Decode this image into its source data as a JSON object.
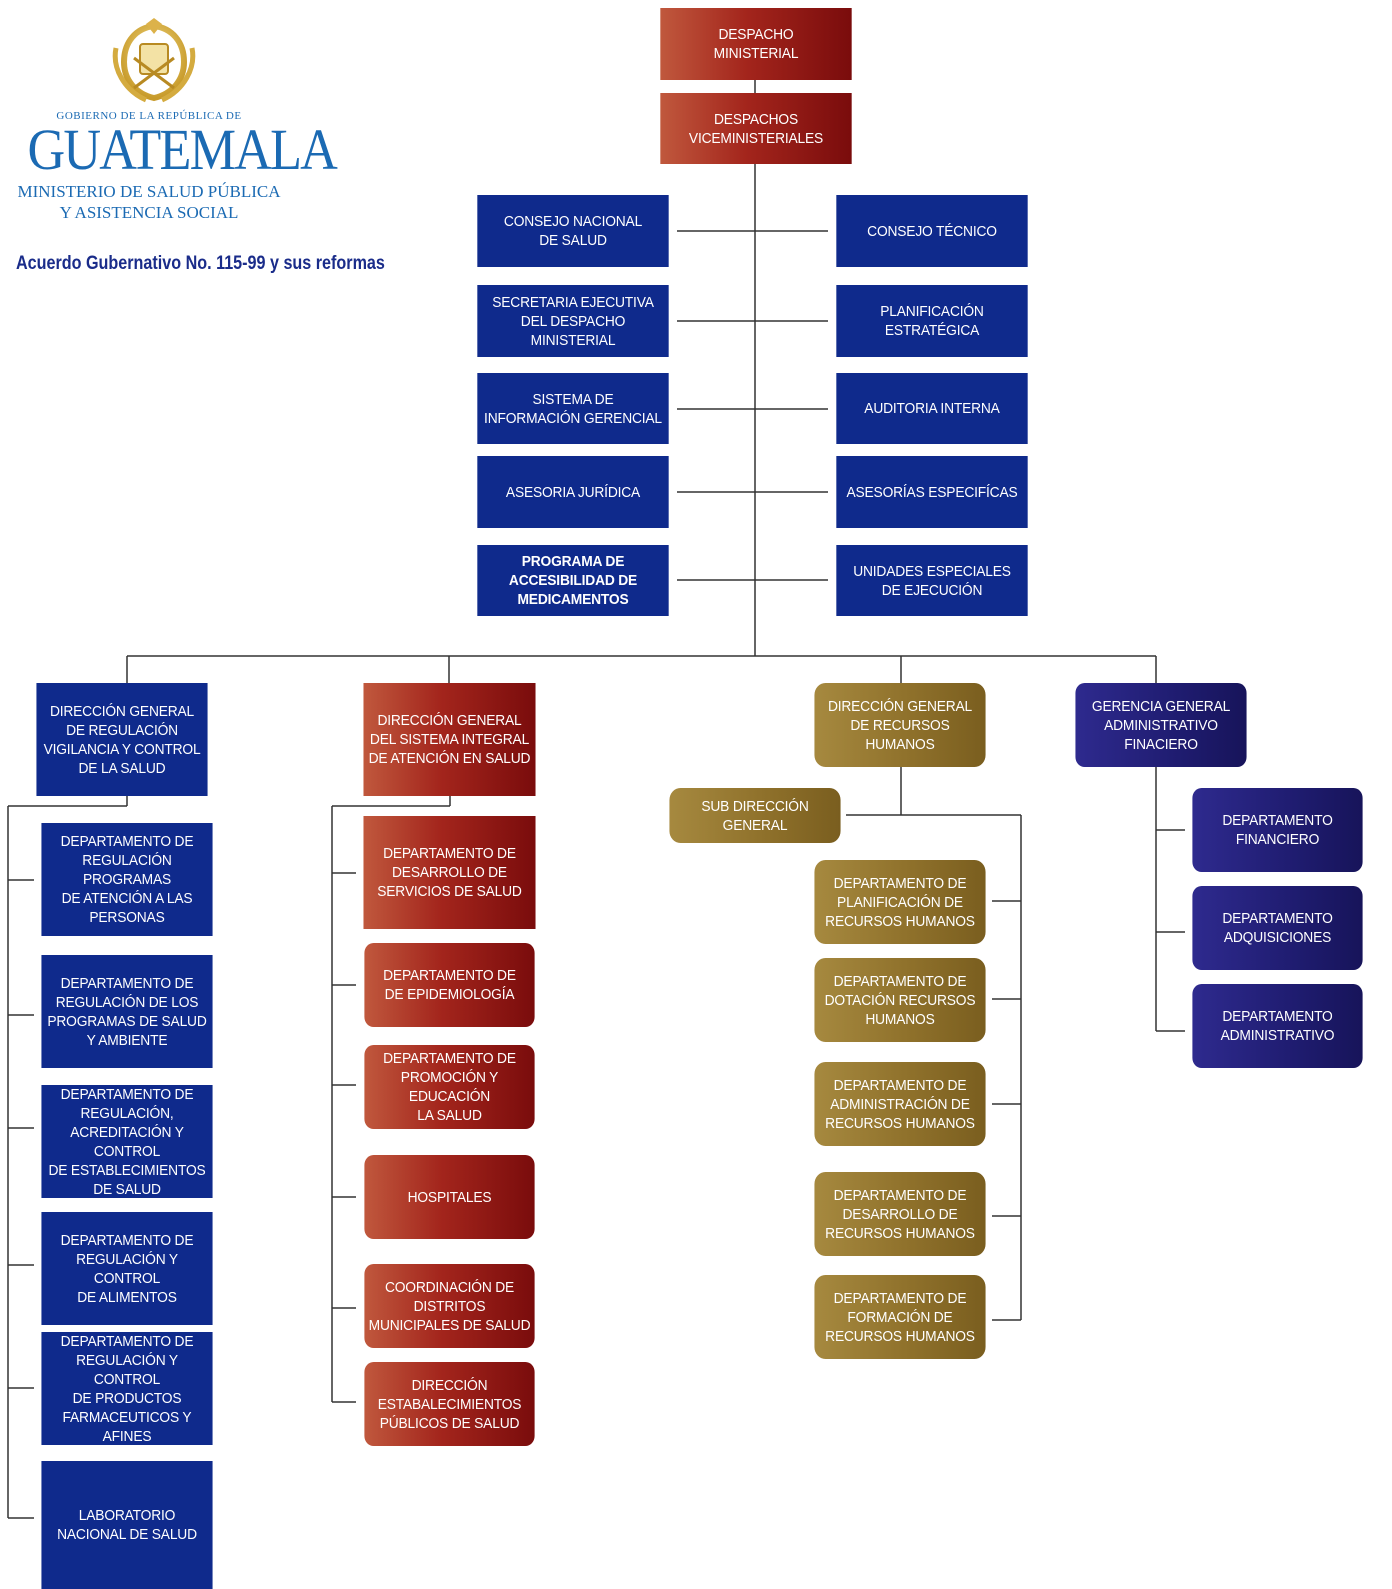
{
  "header": {
    "gov_line": "GOBIERNO DE LA REPÚBLICA DE",
    "country": "GUATEMALA",
    "ministry_line1": "MINISTERIO DE SALUD PÚBLICA",
    "ministry_line2": "Y ASISTENCIA SOCIAL",
    "acuerdo": "Acuerdo Gubernativo No. 115-99 y sus reformas",
    "seal_icon": "coat-of-arms-icon"
  },
  "colors": {
    "blue": "#0f2a8c",
    "red": "#a3251c",
    "gold": "#8f712b",
    "navy": "#1f1c70",
    "connector": "#333333",
    "logo_blue": "#1b6ab3"
  },
  "top": {
    "despacho": "DESPACHO\nMINISTERIAL",
    "vice": "DESPACHOS\nVICEMINISTERIALES"
  },
  "staff_left": [
    "CONSEJO NACIONAL\nDE SALUD",
    "SECRETARIA EJECUTIVA\nDEL DESPACHO MINISTERIAL",
    "SISTEMA DE\nINFORMACIÓN GERENCIAL",
    "ASESORIA JURÍDICA",
    "PROGRAMA DE\nACCESIBILIDAD DE\nMEDICAMENTOS"
  ],
  "staff_right": [
    "CONSEJO  TÉCNICO",
    "PLANIFICACIÓN\nESTRATÉGICA",
    "AUDITORIA INTERNA",
    "ASESORÍAS ESPECIFÍCAS",
    "UNIDADES ESPECIALES\nDE EJECUCIÓN"
  ],
  "dg_regulacion": {
    "title": "DIRECCIÓN GENERAL\nDE REGULACIÓN\nVIGILANCIA Y CONTROL\nDE LA SALUD",
    "items": [
      "DEPARTAMENTO DE\nREGULACIÓN PROGRAMAS\nDE ATENCIÓN A LAS\nPERSONAS",
      "DEPARTAMENTO DE\nREGULACIÓN DE LOS\nPROGRAMAS DE SALUD\nY AMBIENTE",
      "DEPARTAMENTO DE\nREGULACIÓN,\nACREDITACIÓN Y CONTROL\nDE ESTABLECIMIENTOS\nDE SALUD",
      "DEPARTAMENTO DE\nREGULACIÓN Y CONTROL\nDE ALIMENTOS",
      "DEPARTAMENTO DE\nREGULACIÓN Y CONTROL\nDE PRODUCTOS\nFARMACEUTICOS Y AFINES",
      "LABORATORIO\nNACIONAL DE SALUD"
    ]
  },
  "dg_siaas": {
    "title": "DIRECCIÓN GENERAL\nDEL SISTEMA INTEGRAL\nDE  ATENCIÓN EN SALUD",
    "items": [
      "DEPARTAMENTO DE\nDESARROLLO DE\nSERVICIOS DE SALUD",
      "DEPARTAMENTO DE\nDE EPIDEMIOLOGÍA",
      "DEPARTAMENTO DE\nPROMOCIÓN Y EDUCACIÓN\nLA SALUD",
      "HOSPITALES",
      "COORDINACIÓN DE DISTRITOS\nMUNICIPALES DE SALUD",
      "DIRECCIÓN\nESTABALECIMIENTOS\nPÚBLICOS DE SALUD"
    ]
  },
  "dg_rrhh": {
    "title": "DIRECCIÓN GENERAL\nDE RECURSOS HUMANOS",
    "sub": "SUB DIRECCIÓN GENERAL",
    "items": [
      "DEPARTAMENTO DE\nPLANIFICACIÓN DE\nRECURSOS HUMANOS",
      "DEPARTAMENTO DE\nDOTACIÓN RECURSOS\nHUMANOS",
      "DEPARTAMENTO DE\nADMINISTRACIÓN DE\nRECURSOS HUMANOS",
      "DEPARTAMENTO DE\nDESARROLLO DE\nRECURSOS HUMANOS",
      "DEPARTAMENTO DE\nFORMACIÓN DE\nRECURSOS HUMANOS"
    ]
  },
  "gg_admin": {
    "title": "GERENCIA GENERAL\nADMINISTRATIVO FINACIERO",
    "items": [
      "DEPARTAMENTO\nFINANCIERO",
      "DEPARTAMENTO\nADQUISICIONES",
      "DEPARTAMENTO\nADMINISTRATIVO"
    ]
  }
}
